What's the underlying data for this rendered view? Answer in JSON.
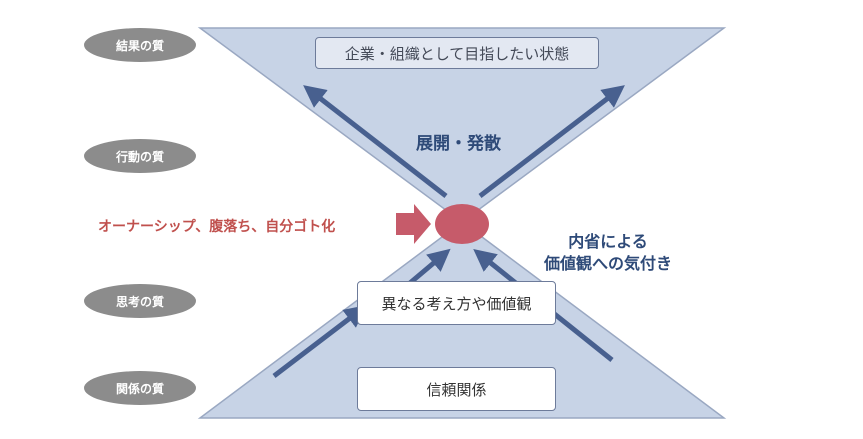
{
  "levels": {
    "result": "結果の質",
    "action": "行動の質",
    "thinking": "思考の質",
    "relationship": "関係の質"
  },
  "boxes": {
    "top": "企業・組織として目指したい状態",
    "middle": "異なる考え方や価値観",
    "bottom": "信頼関係"
  },
  "labels": {
    "expand": "展開・発散",
    "ownership": "オーナーシップ、腹落ち、自分ゴト化",
    "reflection_line1": "内省による",
    "reflection_line2": "価値観への気付き"
  },
  "caption": "",
  "colors": {
    "triangle_fill": "#c7d3e6",
    "triangle_stroke": "#9aa8c2",
    "arrow": "#48608f",
    "pill": "#8c8c8c",
    "center_ellipse": "#c65b6a",
    "ownership_text": "#c0504d",
    "accent_text": "#2e4a78"
  }
}
